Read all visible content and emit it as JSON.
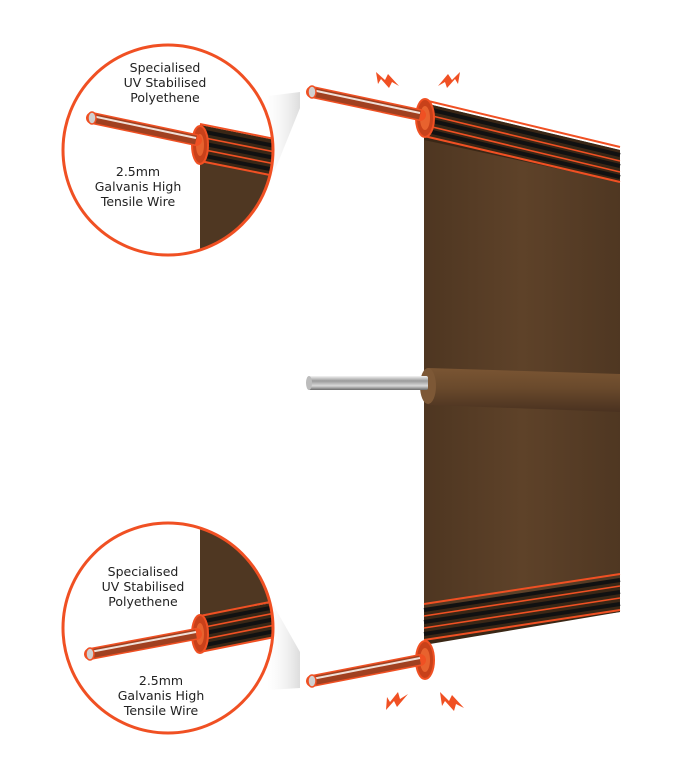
{
  "callouts": {
    "top": {
      "label_top": [
        "Specialised",
        "UV Stabilised",
        "Polyethene"
      ],
      "label_bottom": [
        "2.5mm",
        "Galvanis High",
        "Tensile Wire"
      ]
    },
    "bottom": {
      "label_top": [
        "Specialised",
        "UV Stabilised",
        "Polyethene"
      ],
      "label_bottom": [
        "2.5mm",
        "Galvanis High",
        "Tensile Wire"
      ]
    }
  },
  "colors": {
    "accent": "#f05023",
    "tape": "#5b4028",
    "tape_dark": "#3e2a18",
    "tape_bead": "#6b4a2c",
    "wire": "#c8c8c8",
    "outline": "#f05023",
    "text": "#222222"
  },
  "icons": [
    "lightning-bolt-icon",
    "lightning-bolt-icon",
    "lightning-bolt-icon",
    "lightning-bolt-icon"
  ]
}
